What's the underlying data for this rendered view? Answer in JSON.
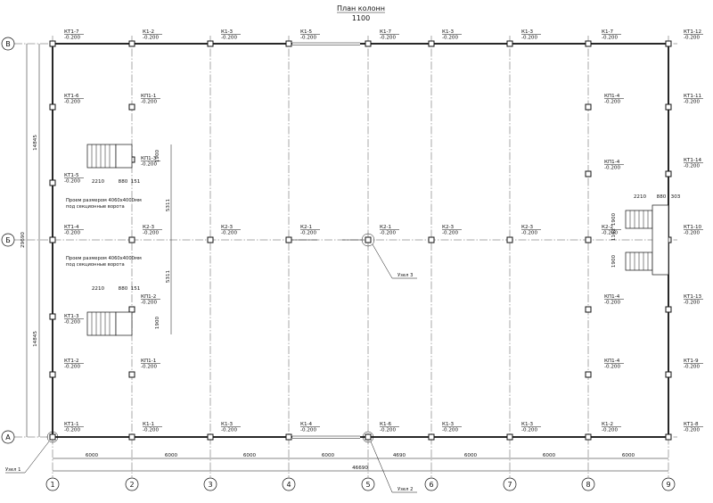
{
  "title": "План колонн",
  "subtitle": "1100",
  "axis_x": [
    {
      "label": "1"
    },
    {
      "label": "2"
    },
    {
      "label": "3"
    },
    {
      "label": "4"
    },
    {
      "label": "5"
    },
    {
      "label": "6"
    },
    {
      "label": "7"
    },
    {
      "label": "8"
    },
    {
      "label": "9"
    }
  ],
  "axis_y": [
    {
      "label": "В"
    },
    {
      "label": "Б"
    },
    {
      "label": "А"
    }
  ],
  "dims_bottom": [
    "6000",
    "6000",
    "6000",
    "6000",
    "4690",
    "6000",
    "6000",
    "6000"
  ],
  "dim_total": "46690",
  "dims_left": [
    "14845",
    "14845"
  ],
  "dim_left_total": "29690",
  "dims_inner": [
    "5311",
    "5311"
  ],
  "stair_dims": [
    "2210",
    "880",
    "151",
    "1900",
    "303",
    "1900",
    "1162"
  ],
  "notes": {
    "gate_upper": "Проем размером 4060х4000мм",
    "gate_upper_2": "под секционные ворота",
    "gate_lower": "Проем размером 4060х4000мм",
    "gate_lower_2": "под секционные ворота",
    "node1": "Узел 1",
    "node2": "Узел 2",
    "node3": "Узел 3"
  },
  "level": "-0.200",
  "column_names": {
    "row_v": [
      "КТ1-7",
      "К1-2",
      "К1-3",
      "К1-5",
      "К1-7",
      "К1-3",
      "К1-3",
      "К1-7",
      "КТ1-12"
    ],
    "row_a": [
      "КТ1-1",
      "К1-1",
      "К1-3",
      "К1-4",
      "К1-6",
      "К1-3",
      "К1-3",
      "К1-2",
      "КТ1-8"
    ],
    "row_b": [
      "КТ1-4",
      "К2-3",
      "К2-3",
      "К2-1",
      "К2-1",
      "К2-3",
      "К2-3",
      "К2-2",
      "КТ1-10"
    ],
    "left_wall": [
      "КТ1-6",
      "КТ1-5",
      "КТ1-3",
      "КТ1-2"
    ],
    "right_wall": [
      "КТ1-11",
      "КТ1-14",
      "КТ1-13",
      "КТ1-9"
    ],
    "axis2": [
      "КП1-1",
      "КП1-3",
      "КП1-2",
      "КП1-1"
    ],
    "axis8": [
      "КП1-4",
      "КП1-4",
      "КП1-4",
      "КП1-4"
    ]
  }
}
